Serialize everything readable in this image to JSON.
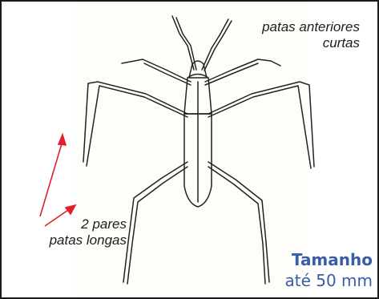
{
  "labels": {
    "front_legs_line1": "patas anteriores",
    "front_legs_line2": "curtas",
    "long_legs_line1": "2 pares",
    "long_legs_line2": "patas longas"
  },
  "size": {
    "title": "Tamanho",
    "value": "até 50 mm"
  },
  "colors": {
    "accent": "#3a5da8",
    "arrow": "#e0202a",
    "ink": "#222222"
  }
}
